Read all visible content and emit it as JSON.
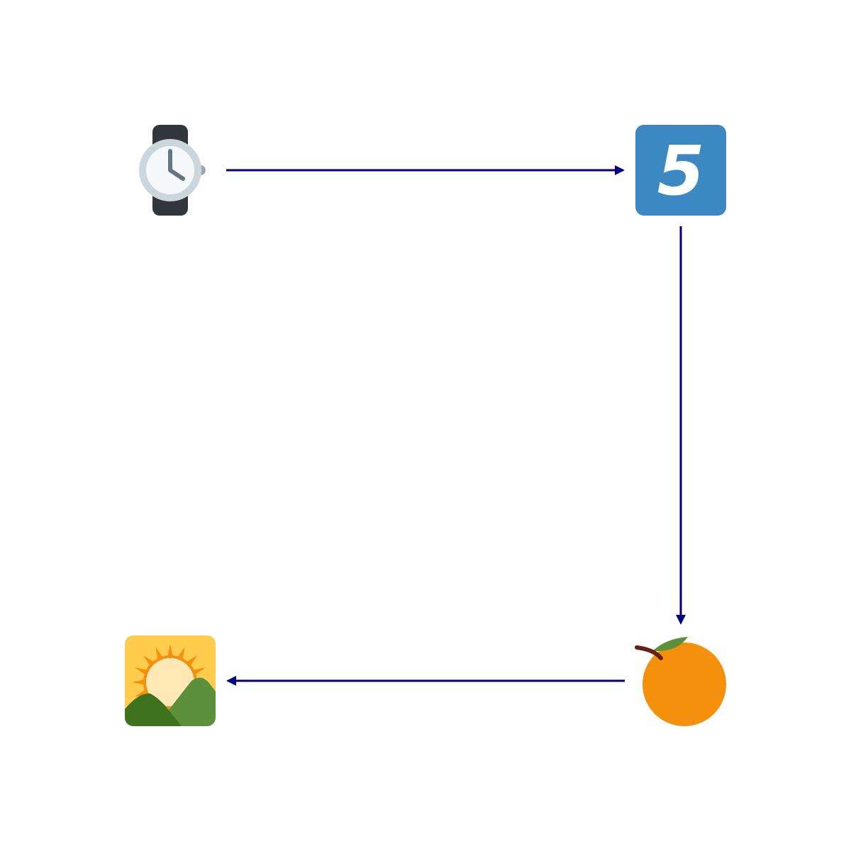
{
  "diagram": {
    "arrow_color": "#000080",
    "nodes": [
      {
        "id": "watch",
        "icon": "watch-icon"
      },
      {
        "id": "keycap-5",
        "icon": "keycap-5-icon",
        "label": "5",
        "color": "#3b88c3"
      },
      {
        "id": "orange",
        "icon": "tangerine-icon",
        "color": "#f4900c"
      },
      {
        "id": "sunrise",
        "icon": "sunrise-over-mountains-icon",
        "color": "#ffcc4d"
      }
    ],
    "edges": [
      {
        "from": "watch",
        "to": "keycap-5"
      },
      {
        "from": "keycap-5",
        "to": "orange"
      },
      {
        "from": "orange",
        "to": "sunrise"
      }
    ]
  }
}
